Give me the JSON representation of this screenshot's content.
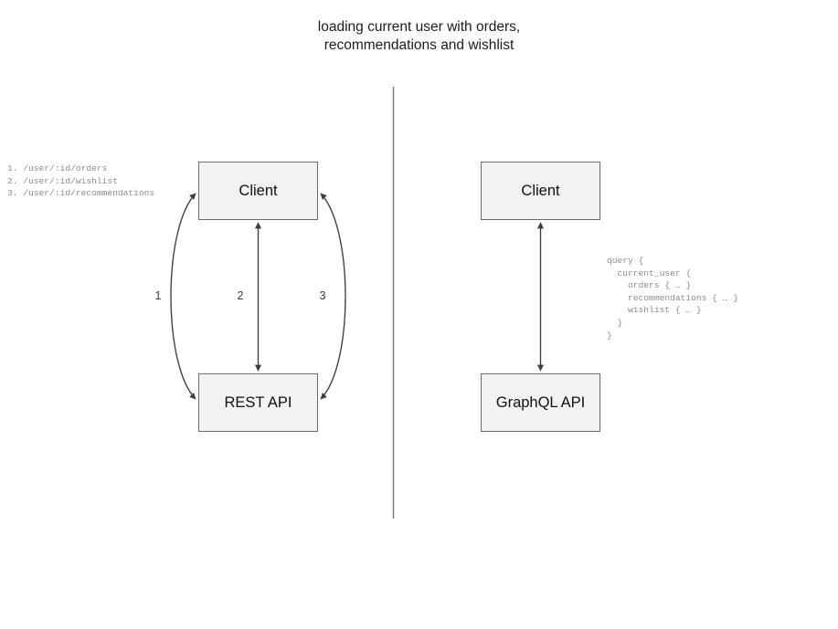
{
  "diagram": {
    "title_line_1": "loading current user with orders,",
    "title_line_2": "recommendations and wishlist",
    "colors": {
      "node_fill": "#f2f2f2",
      "node_border": "#6b6b6b",
      "arrow": "#3d3d3d",
      "divider": "#7a7a7a",
      "code_text": "#8c8c8c",
      "title_text": "#1c1c1c"
    },
    "left_panel": {
      "client_label": "Client",
      "api_label": "REST API",
      "edge_labels": [
        "1",
        "2",
        "3"
      ],
      "endpoints_text": "1. /user/:id/orders\n2. /user/:id/wishlist\n3. /user/:id/recommendations",
      "endpoints": [
        {
          "number": "1.",
          "path": "/user/:id/orders"
        },
        {
          "number": "2.",
          "path": "/user/:id/wishlist"
        },
        {
          "number": "3.",
          "path": "/user/:id/recommendations"
        }
      ]
    },
    "right_panel": {
      "client_label": "Client",
      "api_label": "GraphQL API",
      "query_text": "query {\n  current_user {\n    orders { … }\n    recommendations { … }\n    wishlist { … }\n  }\n}",
      "query_lines": [
        "query {",
        "  current_user {",
        "    orders { … }",
        "    recommendations { … }",
        "    wishlist { … }",
        "  }",
        "}"
      ]
    }
  }
}
